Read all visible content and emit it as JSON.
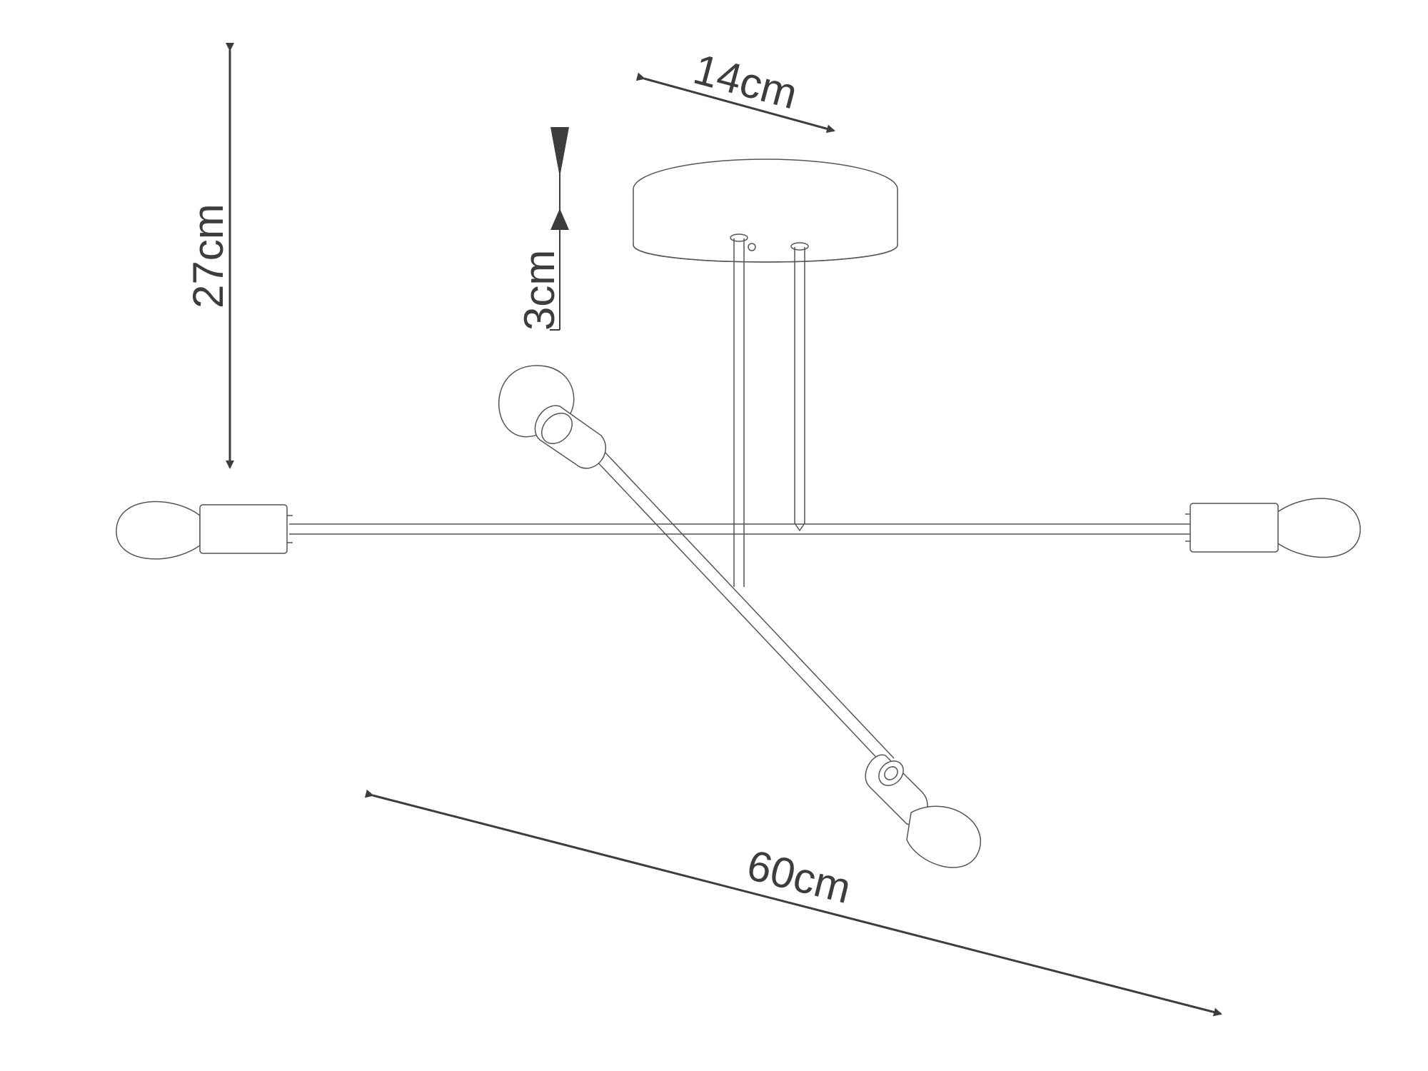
{
  "diagram": {
    "dimensions": {
      "height_label": "27cm",
      "canopy_diameter_label": "14cm",
      "canopy_height_label": "3cm",
      "width_label": "60cm"
    },
    "colors": {
      "line": "#555555",
      "arrow": "#3d3d3d",
      "background": "#ffffff"
    }
  }
}
